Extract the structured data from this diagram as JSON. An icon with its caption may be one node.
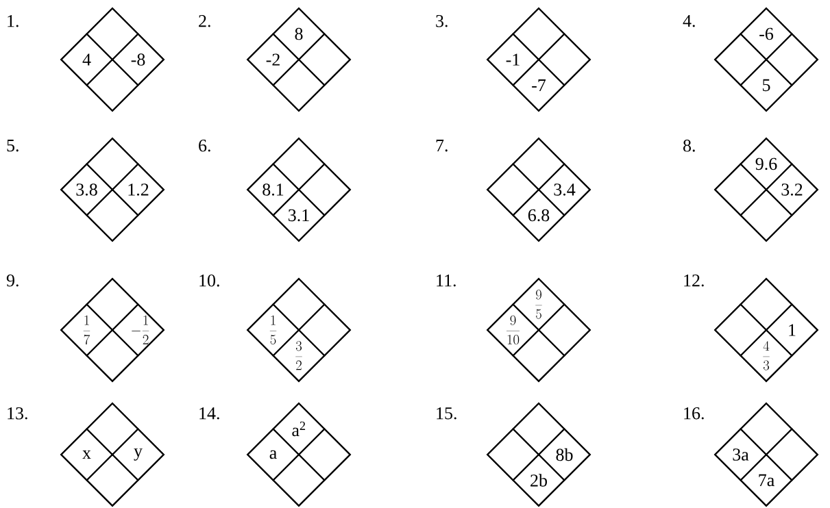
{
  "diagram": {
    "nodes": [
      {
        "text": [],
        "shape": "diamond",
        "beside": [
          "1."
        ]
      },
      {
        "text": [],
        "shape": "diamond",
        "in": 0
      },
      {
        "text": [
          "4"
        ],
        "in": 0
      },
      {
        "text": [
          "-8"
        ],
        "in": 0
      },
      {
        "text": [],
        "shape": "diamond",
        "in": 0
      },
      {
        "text": [],
        "shape": "diamond",
        "beside": [
          "2."
        ]
      },
      {
        "text": [
          "8"
        ],
        "in": 5
      },
      {
        "text": [
          "-2"
        ],
        "in": 5
      },
      {
        "text": [],
        "shape": "diamond",
        "in": 5
      },
      {
        "text": [],
        "shape": "diamond",
        "in": 5
      },
      {
        "text": [],
        "shape": "diamond",
        "beside": [
          "3."
        ]
      },
      {
        "text": [],
        "shape": "diamond",
        "in": 10
      },
      {
        "text": [
          "-1"
        ],
        "in": 10
      },
      {
        "text": [],
        "shape": "diamond",
        "in": 10
      },
      {
        "text": [
          "-7"
        ],
        "in": 10
      },
      {
        "text": [],
        "shape": "diamond",
        "beside": [
          "4."
        ]
      },
      {
        "text": [
          "-6"
        ],
        "in": 15
      },
      {
        "text": [],
        "shape": "diamond",
        "in": 15
      },
      {
        "text": [],
        "shape": "diamond",
        "in": 15
      },
      {
        "text": [
          "5"
        ],
        "in": 15
      },
      {
        "text": [],
        "shape": "diamond",
        "beside": [
          "5."
        ]
      },
      {
        "text": [],
        "shape": "diamond",
        "in": 20
      },
      {
        "text": [
          "3.8"
        ],
        "in": 20
      },
      {
        "text": [
          "1.2"
        ],
        "in": 20
      },
      {
        "text": [],
        "shape": "diamond",
        "in": 20
      },
      {
        "text": [],
        "shape": "diamond",
        "beside": [
          "6."
        ]
      },
      {
        "text": [],
        "shape": "diamond",
        "in": 25
      },
      {
        "text": [
          "8.1"
        ],
        "in": 25
      },
      {
        "text": [],
        "shape": "diamond",
        "in": 25
      },
      {
        "text": [
          "3.1"
        ],
        "in": 25
      },
      {
        "text": [],
        "shape": "diamond",
        "beside": [
          "7."
        ]
      },
      {
        "text": [],
        "shape": "diamond",
        "in": 30
      },
      {
        "text": [],
        "shape": "diamond",
        "in": 30
      },
      {
        "text": [
          "3.4"
        ],
        "in": 30
      },
      {
        "text": [
          "6.8"
        ],
        "in": 30
      },
      {
        "text": [],
        "shape": "diamond",
        "beside": [
          "8."
        ]
      },
      {
        "text": [
          "9.6"
        ],
        "in": 35
      },
      {
        "text": [],
        "shape": "diamond",
        "in": 35
      },
      {
        "text": [
          "3.2"
        ],
        "in": 35
      },
      {
        "text": [],
        "shape": "diamond",
        "in": 35
      },
      {
        "text": [],
        "shape": "diamond",
        "beside": [
          "9."
        ]
      },
      {
        "text": [],
        "shape": "diamond",
        "in": 40
      },
      {
        "text": [
          "\\frac{1}{7}"
        ],
        "in": 40
      },
      {
        "text": [
          "-\\frac{1}{2}"
        ],
        "in": 40
      },
      {
        "text": [],
        "shape": "diamond",
        "in": 40
      },
      {
        "text": [],
        "shape": "diamond",
        "beside": [
          "10."
        ]
      },
      {
        "text": [],
        "shape": "diamond",
        "in": 45
      },
      {
        "text": [
          "\\frac{1}{5}"
        ],
        "in": 45
      },
      {
        "text": [],
        "shape": "diamond",
        "in": 45
      },
      {
        "text": [
          "\\frac{3}{2}"
        ],
        "in": 45
      },
      {
        "text": [],
        "shape": "diamond",
        "beside": [
          "11."
        ]
      },
      {
        "text": [
          "\\frac{9}{5}"
        ],
        "in": 50
      },
      {
        "text": [
          "\\frac{9}{10}"
        ],
        "in": 50
      },
      {
        "text": [],
        "shape": "diamond",
        "in": 50
      },
      {
        "text": [],
        "shape": "diamond",
        "in": 50
      },
      {
        "text": [],
        "shape": "diamond",
        "beside": [
          "12."
        ]
      },
      {
        "text": [],
        "shape": "diamond",
        "in": 55
      },
      {
        "text": [],
        "shape": "diamond",
        "in": 55
      },
      {
        "text": [
          "1"
        ],
        "in": 55
      },
      {
        "text": [
          "\\frac{4}{3}"
        ],
        "in": 55
      },
      {
        "text": [],
        "shape": "diamond",
        "beside": [
          "13."
        ]
      },
      {
        "text": [],
        "shape": "diamond",
        "in": 60
      },
      {
        "text": [
          "x"
        ],
        "in": 60
      },
      {
        "text": [
          "y"
        ],
        "in": 60
      },
      {
        "text": [],
        "shape": "diamond",
        "in": 60
      },
      {
        "text": [],
        "shape": "diamond",
        "beside": [
          "14."
        ]
      },
      {
        "text": [
          "a$^{2}$"
        ],
        "in": 65
      },
      {
        "text": [
          "a"
        ],
        "in": 65
      },
      {
        "text": [],
        "shape": "diamond",
        "in": 65
      },
      {
        "text": [],
        "shape": "diamond",
        "in": 65
      },
      {
        "text": [],
        "shape": "diamond",
        "beside": [
          "15."
        ]
      },
      {
        "text": [],
        "shape": "diamond",
        "in": 70
      },
      {
        "text": [],
        "shape": "diamond",
        "in": 70
      },
      {
        "text": [
          "8b"
        ],
        "in": 70
      },
      {
        "text": [
          "2b"
        ],
        "in": 70
      },
      {
        "text": [],
        "shape": "diamond",
        "beside": [
          "16."
        ]
      },
      {
        "text": [],
        "shape": "diamond",
        "in": 75
      },
      {
        "text": [
          "3a"
        ],
        "in": 75
      },
      {
        "text": [],
        "shape": "diamond",
        "in": 75
      },
      {
        "text": [
          "7a"
        ],
        "in": 75
      }
    ]
  }
}
